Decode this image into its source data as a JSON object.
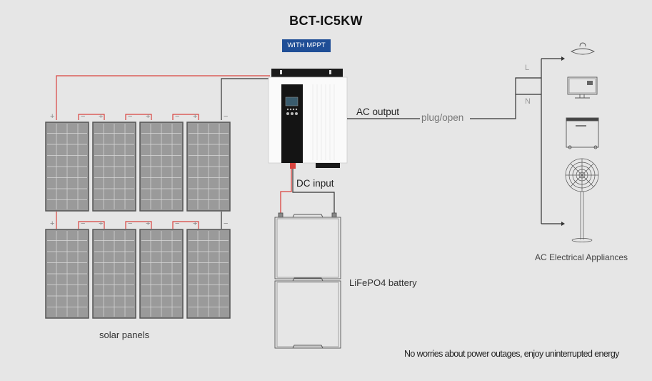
{
  "title": "BCT-IC5KW",
  "badge": "WITH MPPT",
  "labels": {
    "ac_output": "AC output",
    "plug_open": "plug/open",
    "dc_input": "DC input",
    "battery": "LiFePO4 battery",
    "solar_panels": "solar panels",
    "appliances": "AC Electrical Appliances",
    "line_L": "L",
    "line_N": "N",
    "tagline": "No worries about power outages, enjoy uninterrupted energy"
  },
  "terminals": {
    "plus": "+",
    "minus": "−"
  },
  "appliances": [
    "ceiling-lamp",
    "monitor",
    "refrigerator",
    "standing-fan"
  ],
  "colors": {
    "positive_wire": "#d9443f",
    "negative_wire": "#333333",
    "badge": "#1f4e96",
    "panel": "#9a9a9a"
  }
}
